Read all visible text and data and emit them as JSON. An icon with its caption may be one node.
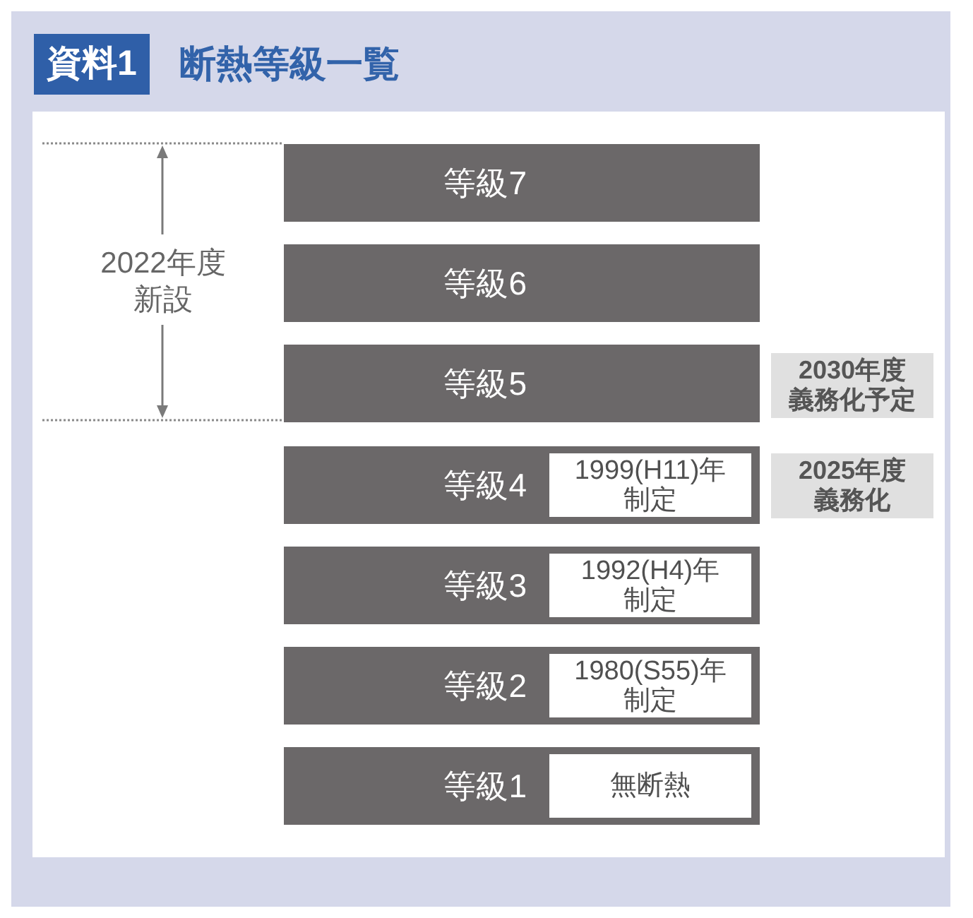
{
  "diagram": {
    "title": "断熱等級一覧",
    "nodes": [
      {
        "text": [
          "資料1"
        ]
      },
      {
        "text": [
          "等級7"
        ]
      },
      {
        "text": [
          "等級6"
        ]
      },
      {
        "text": [
          "等級5"
        ]
      },
      {
        "text": [
          "2030年度義務化予定"
        ]
      },
      {
        "text": [
          "等級4"
        ]
      },
      {
        "text": [
          "1999(H11)年制定"
        ],
        "in": 5
      },
      {
        "text": [
          "2025年度義務化"
        ]
      },
      {
        "text": [
          "等級3"
        ]
      },
      {
        "text": [
          "1992(H4)年制定"
        ],
        "in": 8
      },
      {
        "text": [
          "等級2"
        ]
      },
      {
        "text": [
          "1980(S55)年制定"
        ],
        "in": 10
      },
      {
        "text": [
          "等級1"
        ]
      },
      {
        "text": [
          "無断熱"
        ],
        "in": 12
      }
    ],
    "labels": [
      "2022年度新設"
    ]
  }
}
